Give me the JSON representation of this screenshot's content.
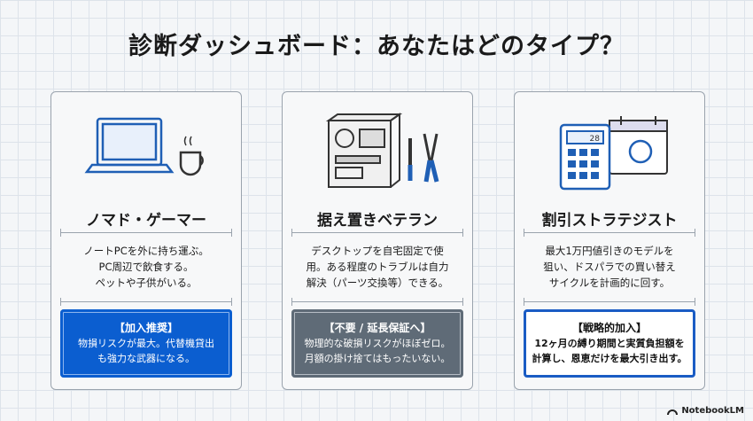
{
  "title": "診断ダッシュボード：あなたはどのタイプ？",
  "cards": [
    {
      "icon": "laptop-coffee-icon",
      "name": "ノマド・ゲーマー",
      "desc": [
        "ノートPCを外に持ち運ぶ。",
        "PC周辺で飲食する。",
        "ペットや子供がいる。"
      ],
      "box_heading": "【加入推奨】",
      "box_text": [
        "物損リスクが最大。代替機貸出",
        "も強力な武器になる。"
      ],
      "accent": "#0b5ed0"
    },
    {
      "icon": "desktop-tools-icon",
      "name": "据え置きベテラン",
      "desc": [
        "デスクトップを自宅固定で使",
        "用。ある程度のトラブルは自力",
        "解決（パーツ交換等）できる。"
      ],
      "box_heading": "【不要 / 延長保証へ】",
      "box_text": [
        "物理的な破損リスクがほぼゼロ。",
        "月額の掛け捨てはもったいない。"
      ],
      "accent": "#5f6b77"
    },
    {
      "icon": "calculator-calendar-icon",
      "name": "割引ストラテジスト",
      "desc": [
        "最大1万円値引きのモデルを",
        "狙い、ドスパラでの買い替え",
        "サイクルを計画的に回す。"
      ],
      "box_heading": "【戦略的加入】",
      "box_text": [
        "12ヶ月の縛り期間と実質負担額を",
        "計算し、恩恵だけを最大引き出す。"
      ],
      "accent": "#1a5cc4"
    }
  ],
  "calculator_display": "28",
  "brand": "NotebookLM"
}
